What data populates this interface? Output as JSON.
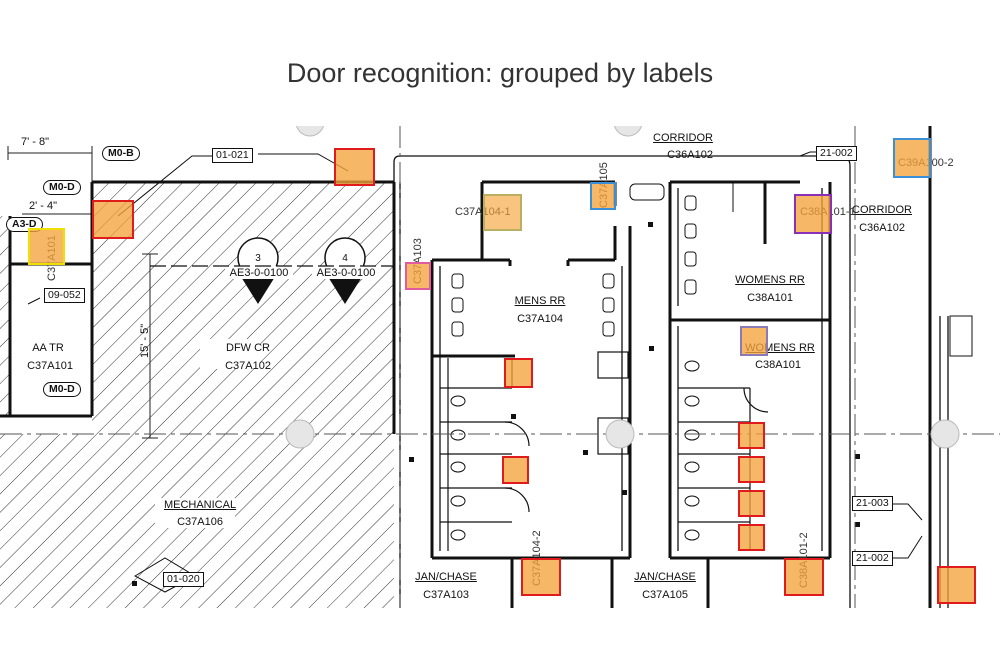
{
  "title": "Door recognition: grouped by labels",
  "colors": {
    "fill": "#f4a43c",
    "red": "#e01b1b",
    "yellow": "#f0e000",
    "olive": "#b8b060",
    "blue": "#3a8fd6",
    "purple": "#8a2fb8",
    "lavender": "#8a7ab8",
    "pink": "#e05aa0"
  },
  "rooms": {
    "corridor_top": {
      "name": "CORRIDOR",
      "number": "C36A102"
    },
    "corridor_right": {
      "name": "CORRIDOR",
      "number": "C36A102"
    },
    "mens_rr": {
      "name": "MENS RR",
      "number": "C37A104"
    },
    "womens_rr_1": {
      "name": "WOMENS RR",
      "number": "C38A101"
    },
    "womens_rr_2": {
      "name": "WOMENS RR",
      "number": "C38A101"
    },
    "aa_tr": {
      "name": "AA TR",
      "number": "C37A101"
    },
    "dfw_cr": {
      "name": "DFW CR",
      "number": "C37A102"
    },
    "mechanical": {
      "name": "MECHANICAL",
      "number": "C37A106"
    },
    "jan_chase_1": {
      "name": "JAN/CHASE",
      "number": "C37A103"
    },
    "jan_chase_2": {
      "name": "JAN/CHASE",
      "number": "C37A105"
    }
  },
  "tags": {
    "t01_021": "01-021",
    "t21_002_top": "21-002",
    "t09_052": "09-052",
    "t01_020": "01-020",
    "t21_003": "21-003",
    "t21_002_bottom": "21-002"
  },
  "pills": {
    "m0b": "M0-B",
    "m0d_top": "M0-D",
    "a3d": "A3-D",
    "m0d_bottom": "M0-D"
  },
  "dimensions": {
    "d7_8": "7' - 8\"",
    "d2_4": "2' - 4\"",
    "d15_5": "15' - 5\""
  },
  "sections": {
    "s3": {
      "num": "3",
      "ref": "AE3-0-0100"
    },
    "s4": {
      "num": "4",
      "ref": "AE3-0-0100"
    }
  },
  "door_labels": {
    "c37a104_1": "C37A104-1",
    "c37a105": "C37A105",
    "c38a101_1": "C38A101-1",
    "c39a100_2": "C39A100-2",
    "c37a103": "C37A103",
    "c37a101": "C37A101",
    "c37a104_2": "C37A104-2",
    "c38a101_2": "C38A101-2"
  }
}
